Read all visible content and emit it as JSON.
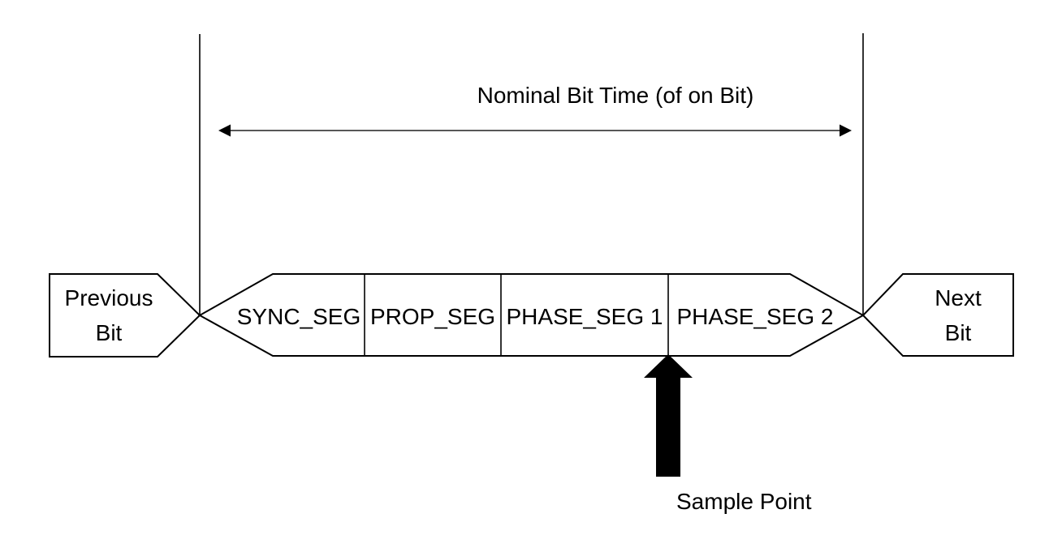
{
  "colors": {
    "ink": "#000000",
    "measure_line": "#404040",
    "arrow_fill": "#000000",
    "background": "#ffffff"
  },
  "diagram": {
    "title": "Nominal Bit Time (of on Bit)",
    "previous_bit": {
      "line1": "Previous",
      "line2": "Bit"
    },
    "next_bit": {
      "line1": "Next",
      "line2": "Bit"
    },
    "segments": [
      "SYNC_SEG",
      "PROP_SEG",
      "PHASE_SEG 1",
      "PHASE_SEG 2"
    ],
    "sample_point_label": "Sample Point"
  }
}
